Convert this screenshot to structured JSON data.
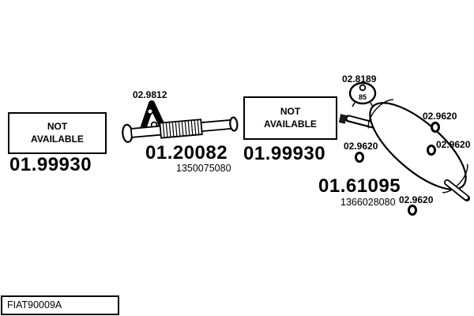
{
  "frame": {
    "code": "FIAT90009A"
  },
  "left_box": {
    "line1": "NOT",
    "line2": "AVAILABLE",
    "part_number": "01.99930"
  },
  "right_box": {
    "line1": "NOT",
    "line2": "AVAILABLE",
    "part_number": "01.99930"
  },
  "pipe": {
    "gasket_ref": "02.9812",
    "part_number": "01.20082",
    "oe_code": "1350075080"
  },
  "muffler": {
    "mount_ref": "02.8189",
    "mount_marking": "85",
    "part_number": "01.61095",
    "oe_code": "1366028080",
    "hanger_refs": [
      "02.9620",
      "02.9620",
      "02.9620",
      "02.9620"
    ]
  }
}
